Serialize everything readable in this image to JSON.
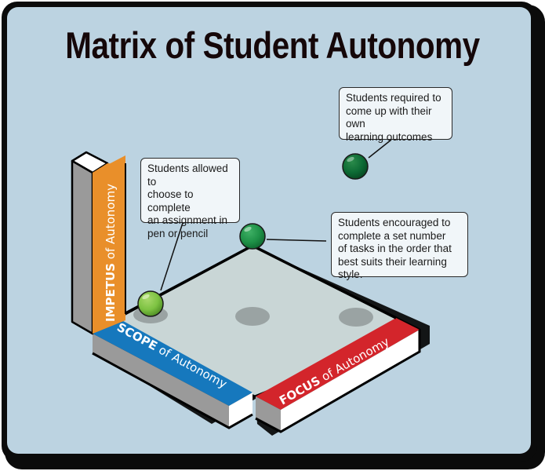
{
  "title": "Matrix of Student Autonomy",
  "colors": {
    "background": "#bcd3e1",
    "frame": "#0b0b0b",
    "platform_top": "#c9d6d6",
    "scope": "#1678bd",
    "focus": "#d3252b",
    "impetus": "#e98f2a",
    "side_gray": "#9a9a9a",
    "side_white": "#ffffff",
    "ball_light": "#7dc242",
    "ball_mid": "#1e9147",
    "ball_dark": "#0d6b35",
    "shadow": "#9aa3a3"
  },
  "axes": {
    "impetus": {
      "bold": "IMPETUS",
      "rest": " of Autonomy"
    },
    "scope": {
      "bold": "SCOPE",
      "rest": " of Autonomy"
    },
    "focus": {
      "bold": "FOCUS",
      "rest": " of Autonomy"
    }
  },
  "callouts": [
    {
      "id": "outcomes",
      "text": "Students required to\ncome up with their own\nlearning outcomes"
    },
    {
      "id": "pen-pencil",
      "text": "Students allowed to\nchoose to complete\nan assignment in\npen or pencil"
    },
    {
      "id": "tasks-order",
      "text": "Students encouraged to\ncomplete a set number\nof tasks in the order that\nbest suits their learning style."
    }
  ],
  "markers": [
    {
      "id": "low-autonomy",
      "color": "light-green"
    },
    {
      "id": "mid-autonomy",
      "color": "green"
    },
    {
      "id": "high-autonomy",
      "color": "dark-green"
    }
  ]
}
